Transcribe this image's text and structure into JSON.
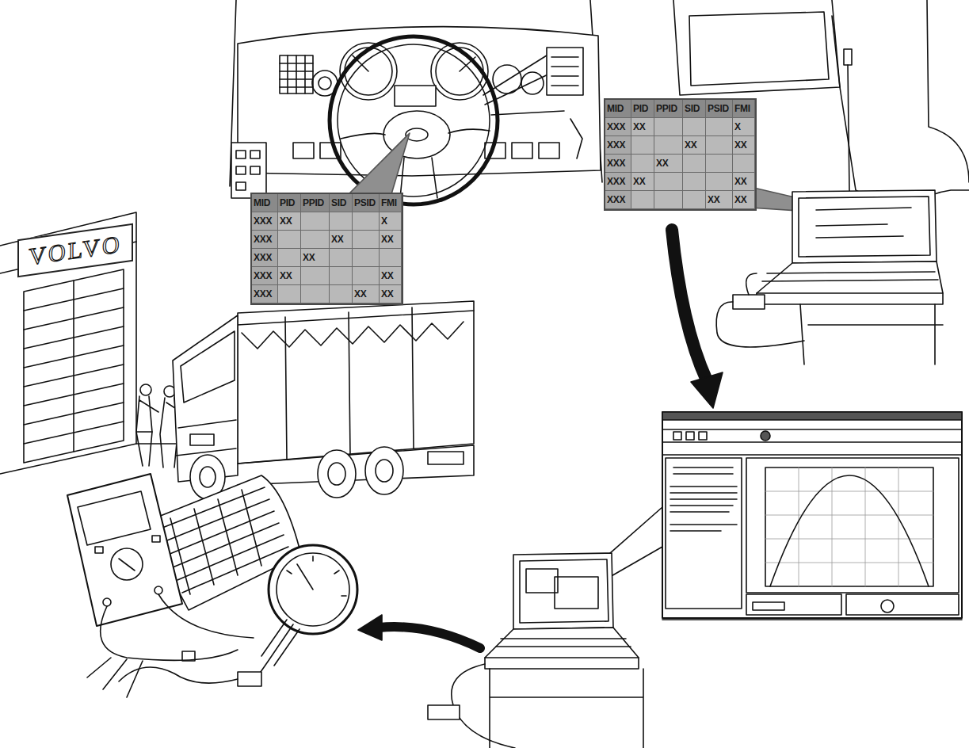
{
  "diagram": {
    "nodes": [
      {
        "text": [
          "MID",
          "PID",
          "PPID",
          "SID",
          "PSID",
          "FMI",
          "XXX",
          "XX",
          "X",
          "XXX",
          "XX",
          "XX",
          "XXX",
          "XX",
          "XXX",
          "XX",
          "XX",
          "XXX",
          "XX",
          "XX"
        ]
      },
      {
        "text": [
          "MID",
          "PID",
          "PPID",
          "SID",
          "PSID",
          "FMI",
          "XXX",
          "XX",
          "X",
          "XXX",
          "XX",
          "XX",
          "XXX",
          "XX",
          "XXX",
          "XX",
          "XX",
          "XXX",
          "XX",
          "XX"
        ]
      },
      {
        "text": [
          "VOLVO"
        ]
      }
    ]
  }
}
